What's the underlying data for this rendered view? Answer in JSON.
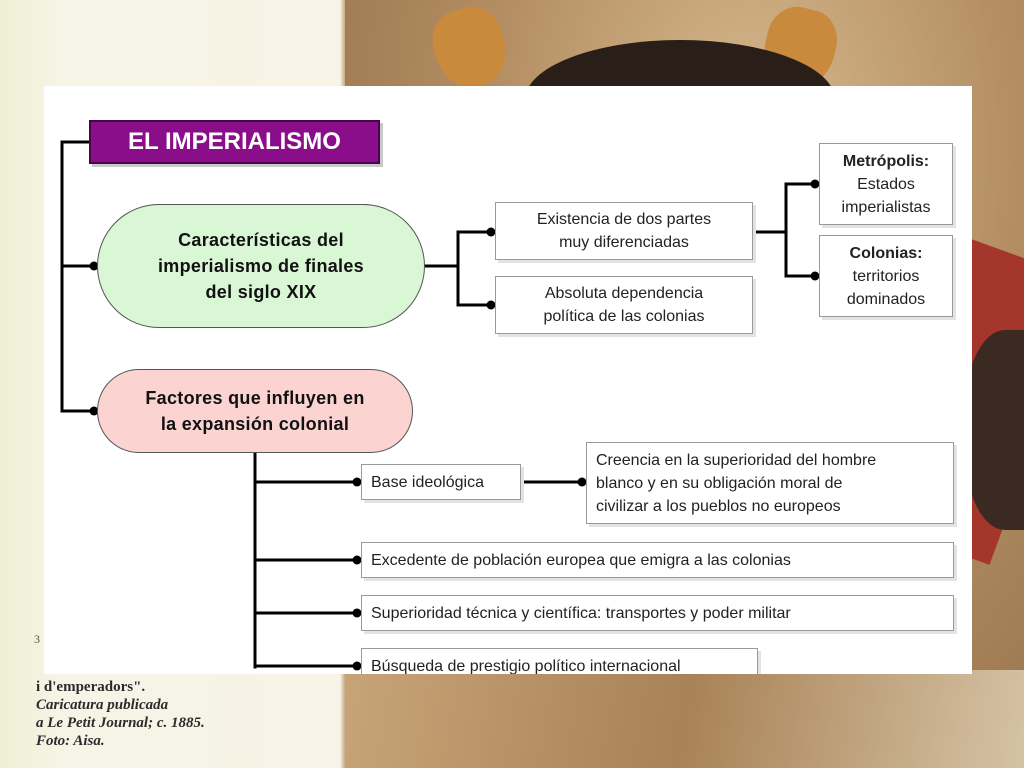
{
  "caption": {
    "margin_number": "3",
    "line1": "i d'emperadors\".",
    "line2": "Caricatura publicada",
    "line3": "a Le Petit Journal; c. 1885.",
    "line4": "Foto: Aisa."
  },
  "diagram": {
    "title": "EL IMPERIALISMO",
    "characteristics": {
      "label": "Características del imperialismo de finales del siglo XIX",
      "line1": "Características del",
      "line2": "imperialismo de finales",
      "line3": "del siglo XIX"
    },
    "existence": {
      "line1": "Existencia de dos partes",
      "line2": "muy diferenciadas"
    },
    "dependence": {
      "line1": "Absoluta dependencia",
      "line2": "política de las colonias"
    },
    "metropolis": {
      "heading": "Metrópolis:",
      "line1": "Estados",
      "line2": "imperialistas"
    },
    "colonies": {
      "heading": "Colonias:",
      "line1": "territorios",
      "line2": "dominados"
    },
    "factors": {
      "line1": "Factores que influyen en",
      "line2": "la expansión colonial"
    },
    "ideological_base": "Base ideológica",
    "belief": {
      "line1": "Creencia en la superioridad del hombre",
      "line2": "blanco y en su obligación moral de",
      "line3": "civilizar a los pueblos no europeos"
    },
    "population_surplus": "Excedente de población europea que emigra a las colonias",
    "technical_superiority": "Superioridad técnica y científica: transportes y poder militar",
    "prestige": "Búsqueda de prestigio político internacional"
  },
  "colors": {
    "title_bg": "#8a0e8a",
    "characteristics_bg": "#d9f7d5",
    "factors_bg": "#fbd4d2",
    "connector": "#000000"
  }
}
